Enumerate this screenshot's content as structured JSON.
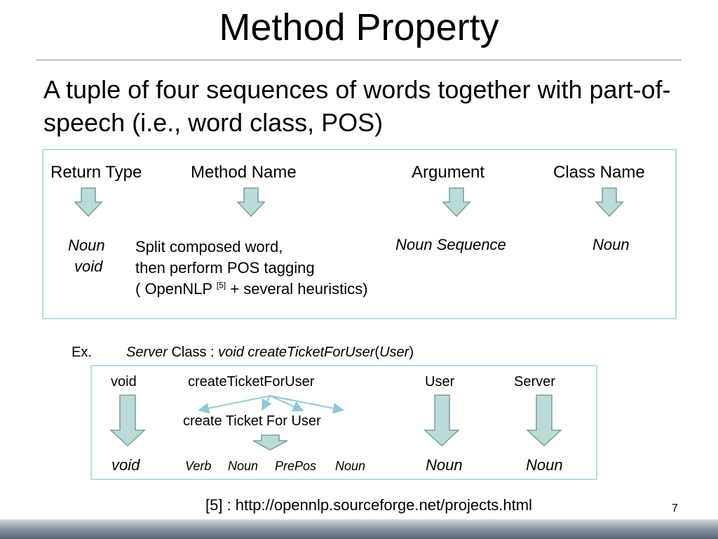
{
  "title": "Method Property",
  "subtitle": "A tuple of four sequences of words together with part-of-speech (i.e., word class, POS)",
  "top_box": {
    "labels": [
      "Return Type",
      "Method Name",
      "Argument",
      "Class Name"
    ],
    "return_pos": [
      "Noun",
      "void"
    ],
    "method_note": [
      "Split composed word,",
      "then perform POS tagging",
      "( OpenNLP ",
      "[5]",
      " + several heuristics)"
    ],
    "argument_pos": "Noun Sequence",
    "class_pos": "Noun"
  },
  "example": {
    "prefix": "Ex.",
    "class_name": "Server",
    "class_word": " Class : ",
    "return_type": "void",
    "method": "createTicketForUser",
    "open_paren": "(",
    "arg": "User",
    "close_paren": ")"
  },
  "bottom_box": {
    "headers": [
      "void",
      "createTicketForUser",
      "User",
      "Server"
    ],
    "split": "create Ticket For User",
    "pos_return": "void",
    "pos_method": [
      "Verb",
      "Noun",
      "PrePos",
      "Noun"
    ],
    "pos_user": "Noun",
    "pos_server": "Noun"
  },
  "reference": "[5] : http://opennlp.sourceforge.net/projects.html",
  "page_number": "7",
  "colors": {
    "arrow_fill": "#b9dcd9",
    "arrow_stroke": "#7a9aa0",
    "box_border": "#b7dbe0",
    "branch": "#8fc9d4"
  }
}
